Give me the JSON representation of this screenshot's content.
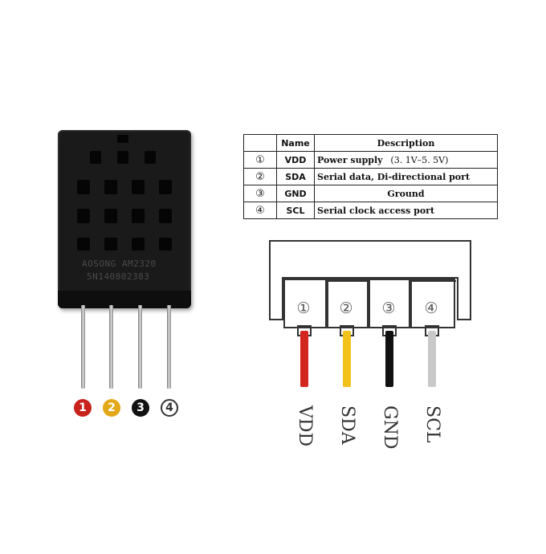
{
  "table": {
    "headers": {
      "name": "Name",
      "description": "Description"
    },
    "rows": [
      {
        "num": "①",
        "name": "VDD",
        "description": "Power supply",
        "extra": "(3. 1V–5. 5V)"
      },
      {
        "num": "②",
        "name": "SDA",
        "description": "Serial data, Di-directional port"
      },
      {
        "num": "③",
        "name": "GND",
        "description": "Ground"
      },
      {
        "num": "④",
        "name": "SCL",
        "description": "Serial clock access port"
      }
    ]
  },
  "sensor": {
    "marking_line1": "AOSONG AM2320",
    "marking_line2": "5N140802383"
  },
  "pin_numbers": [
    {
      "label": "1",
      "color": "#c8221c"
    },
    {
      "label": "2",
      "color": "#e3a817"
    },
    {
      "label": "3",
      "color": "#111111"
    },
    {
      "label": "4",
      "color": "#ffffff"
    }
  ],
  "connector": {
    "circled": [
      "①",
      "②",
      "③",
      "④"
    ],
    "wires": [
      {
        "label": "VDD",
        "color": "#d2261e"
      },
      {
        "label": "SDA",
        "color": "#f2c21a"
      },
      {
        "label": "GND",
        "color": "#111111"
      },
      {
        "label": "SCL",
        "color": "#c9c9c9"
      }
    ]
  }
}
